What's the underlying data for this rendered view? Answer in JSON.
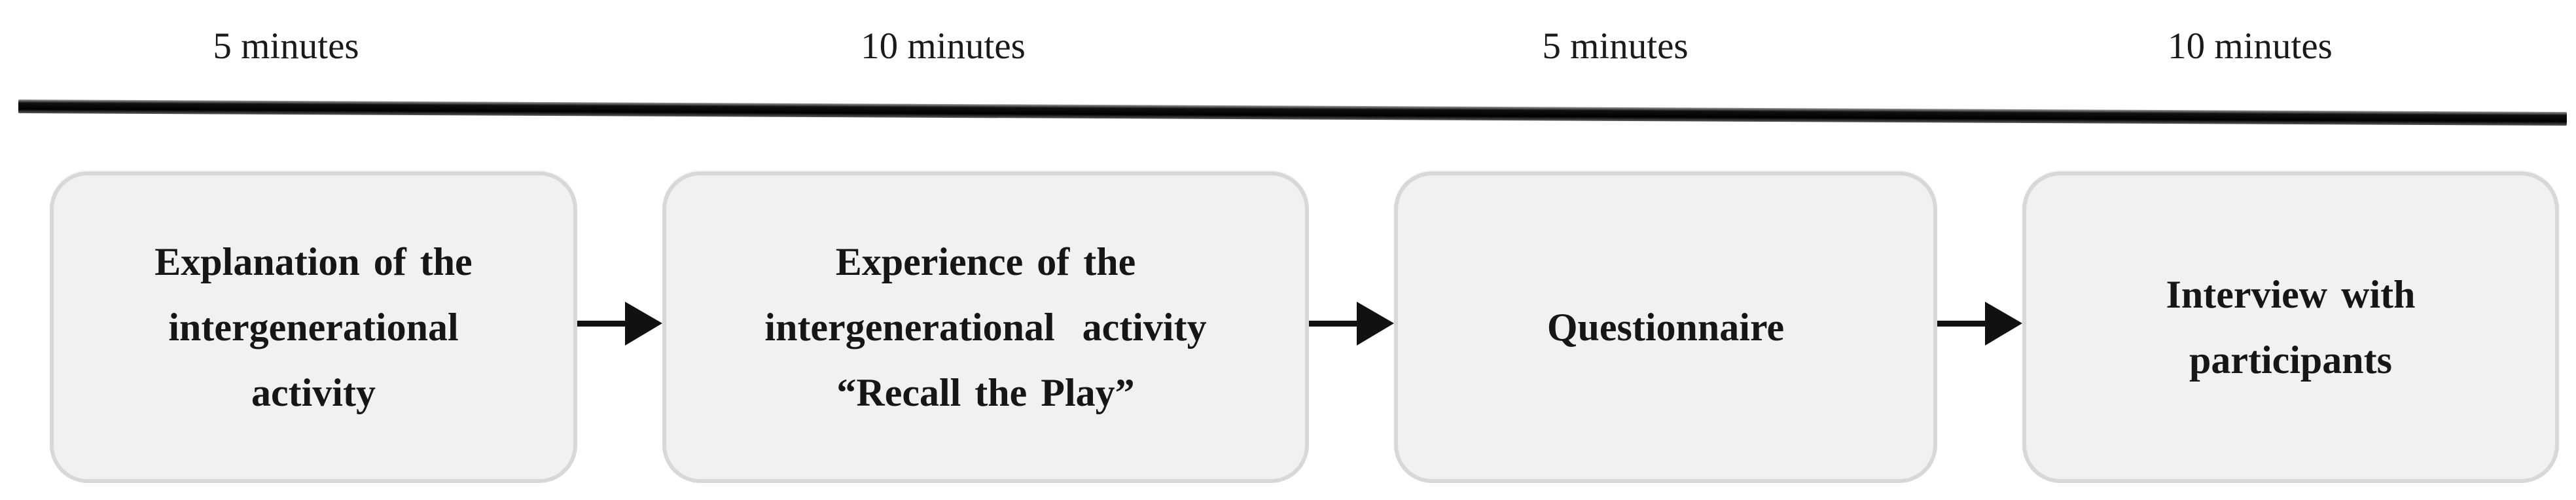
{
  "figure": {
    "type": "flow-timeline-diagram",
    "timeline_labels": [
      {
        "text": "5 minutes"
      },
      {
        "text": "10 minutes"
      },
      {
        "text": "5 minutes"
      },
      {
        "text": "10 minutes"
      }
    ],
    "steps": [
      {
        "lines": [
          "Explanation of the",
          "intergenerational",
          "activity"
        ]
      },
      {
        "lines": [
          "Experience of the",
          "intergenerational  activity",
          "“Recall the Play”"
        ]
      },
      {
        "lines": [
          "Questionnaire"
        ]
      },
      {
        "lines": [
          "Interview with",
          "participants"
        ]
      }
    ],
    "colors": {
      "background": "#ffffff",
      "box_fill": "#f1f1f1",
      "box_border": "#d8d8d8",
      "bar": "#000000",
      "arrow": "#111111",
      "text": "#161616"
    }
  }
}
